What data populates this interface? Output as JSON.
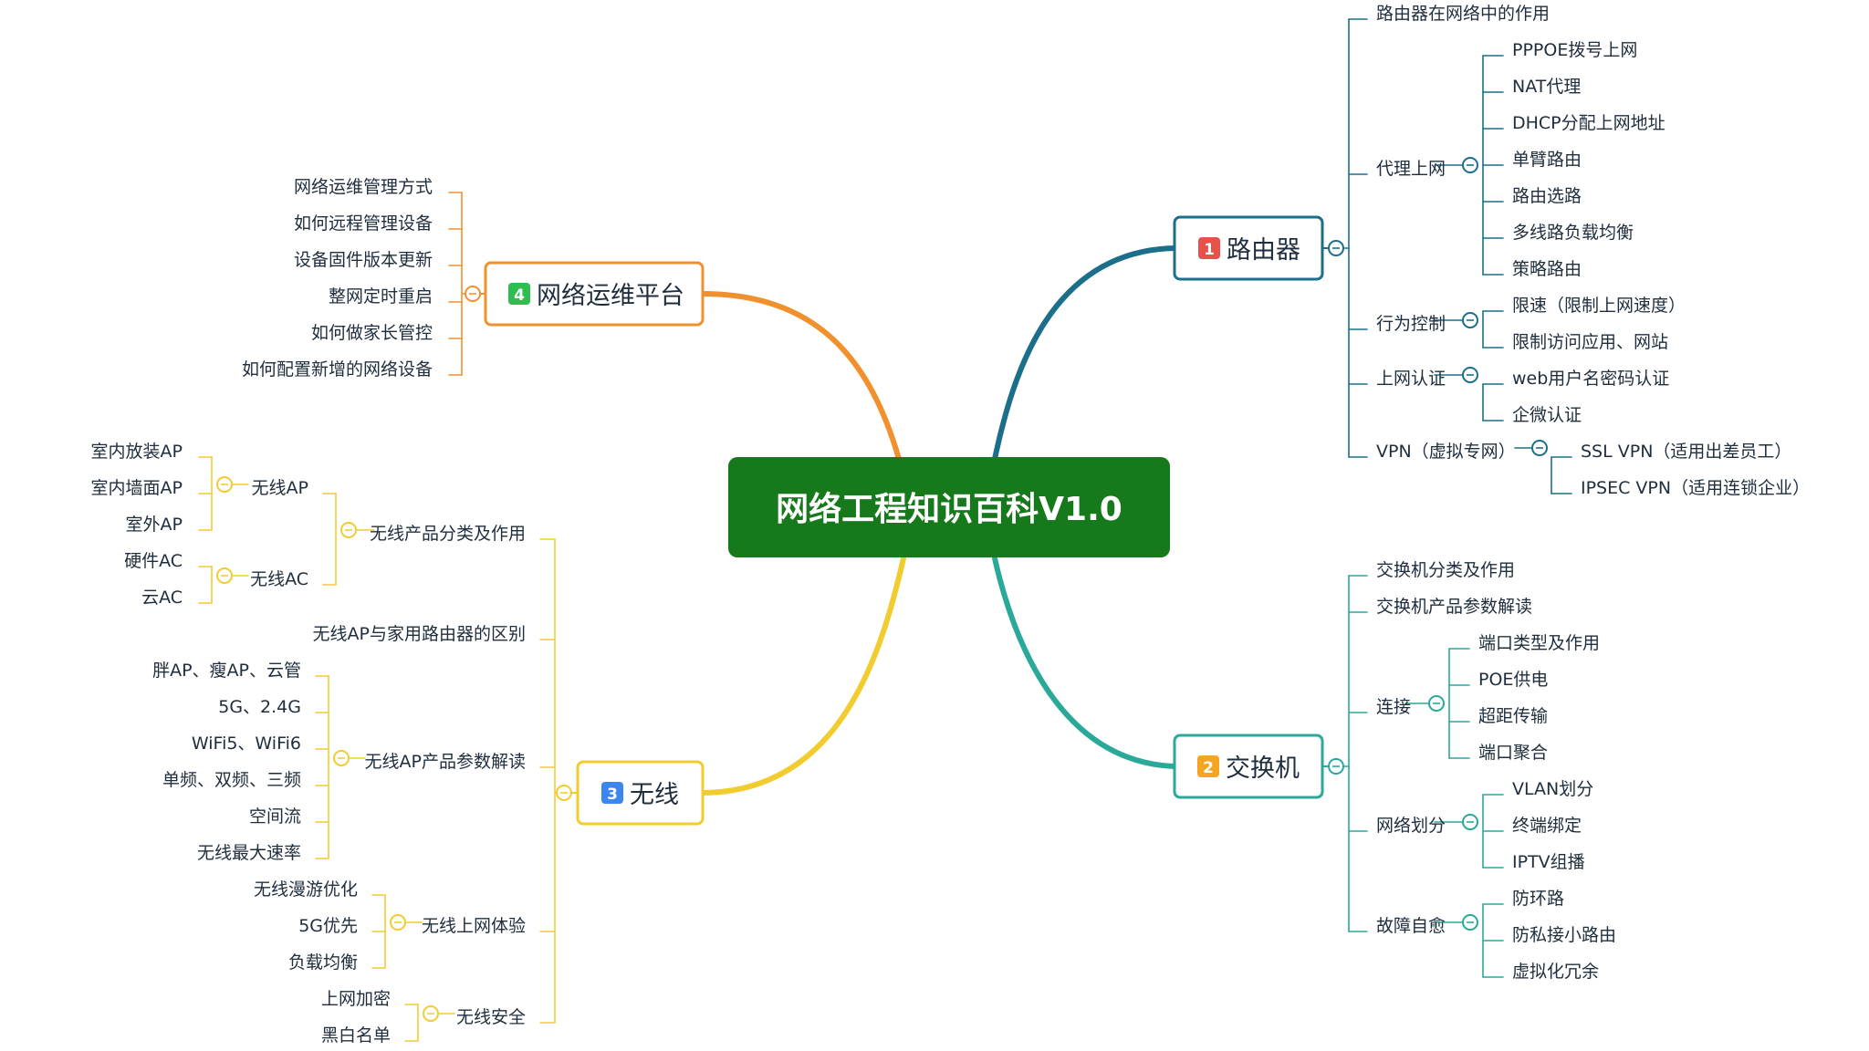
{
  "root": {
    "label": "网络工程知识百科V1.0",
    "color": "#167a1c"
  },
  "branches": {
    "router": {
      "badge": "1",
      "label": "路由器",
      "color": "#1b6f8a",
      "badge_color": "#e8504a",
      "children": [
        {
          "label": "路由器在网络中的作用"
        },
        {
          "label": "代理上网",
          "children": [
            "PPPOE拨号上网",
            "NAT代理",
            "DHCP分配上网地址",
            "单臂路由",
            "路由选路",
            "多线路负载均衡",
            "策略路由"
          ]
        },
        {
          "label": "行为控制",
          "children": [
            "限速（限制上网速度）",
            "限制访问应用、网站"
          ]
        },
        {
          "label": "上网认证",
          "children": [
            "web用户名密码认证",
            "企微认证"
          ]
        },
        {
          "label": "VPN（虚拟专网）",
          "children": [
            "SSL VPN（适用出差员工）",
            "IPSEC VPN（适用连锁企业）"
          ]
        }
      ]
    },
    "switch": {
      "badge": "2",
      "label": "交换机",
      "color": "#2aa99a",
      "badge_color": "#f4a622",
      "children": [
        {
          "label": "交换机分类及作用"
        },
        {
          "label": "交换机产品参数解读"
        },
        {
          "label": "连接",
          "children": [
            "端口类型及作用",
            "POE供电",
            "超距传输",
            "端口聚合"
          ]
        },
        {
          "label": "网络划分",
          "children": [
            "VLAN划分",
            "终端绑定",
            "IPTV组播"
          ]
        },
        {
          "label": "故障自愈",
          "children": [
            "防环路",
            "防私接小路由",
            "虚拟化冗余"
          ]
        }
      ]
    },
    "wireless": {
      "badge": "3",
      "label": "无线",
      "color": "#f2cc2e",
      "badge_color": "#3b87ef",
      "children": [
        {
          "label": "无线产品分类及作用",
          "children": [
            {
              "label": "无线AP",
              "children": [
                "室内放装AP",
                "室内墙面AP",
                "室外AP"
              ]
            },
            {
              "label": "无线AC",
              "children": [
                "硬件AC",
                "云AC"
              ]
            }
          ]
        },
        {
          "label": "无线AP与家用路由器的区别"
        },
        {
          "label": "无线AP产品参数解读",
          "children": [
            "胖AP、瘦AP、云管",
            "5G、2.4G",
            "WiFi5、WiFi6",
            "单频、双频、三频",
            "空间流",
            "无线最大速率"
          ]
        },
        {
          "label": "无线上网体验",
          "children": [
            "无线漫游优化",
            "5G优先",
            "负载均衡"
          ]
        },
        {
          "label": "无线安全",
          "children": [
            "上网加密",
            "黑白名单"
          ]
        }
      ]
    },
    "ops": {
      "badge": "4",
      "label": "网络运维平台",
      "color": "#f0912e",
      "badge_color": "#2ebd4f",
      "children": [
        "网络运维管理方式",
        "如何远程管理设备",
        "设备固件版本更新",
        "整网定时重启",
        "如何做家长管控",
        "如何配置新增的网络设备"
      ]
    }
  },
  "toggle_symbol": "−"
}
